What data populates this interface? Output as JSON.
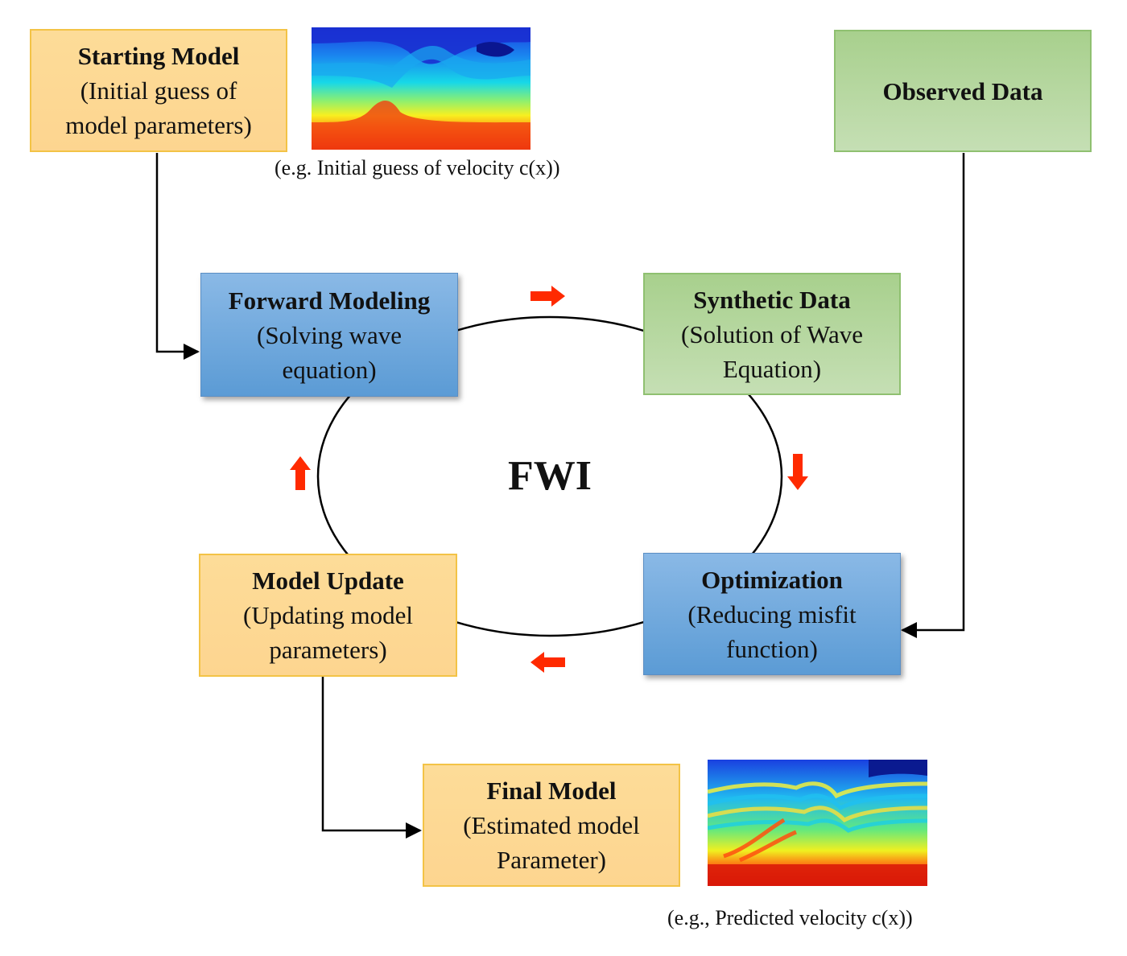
{
  "center_label": "FWI",
  "starting_model": {
    "title": "Starting Model",
    "lines": [
      "(Initial guess of",
      "model parameters)"
    ]
  },
  "starting_caption": "(e.g. Initial guess of velocity c(x))",
  "observed_data": {
    "title": "Observed Data"
  },
  "forward_modeling": {
    "title": "Forward Modeling",
    "lines": [
      "(Solving wave",
      "equation)"
    ]
  },
  "synthetic_data": {
    "title": "Synthetic Data",
    "lines": [
      "(Solution of Wave",
      "Equation)"
    ]
  },
  "optimization": {
    "title": "Optimization",
    "lines": [
      "(Reducing misfit",
      "function)"
    ]
  },
  "model_update": {
    "title": "Model Update",
    "lines": [
      "(Updating model",
      "parameters)"
    ]
  },
  "final_model": {
    "title": "Final Model",
    "lines": [
      "(Estimated model",
      "Parameter)"
    ]
  },
  "final_caption": "(e.g., Predicted velocity c(x))",
  "colors": {
    "cycle_arrow": "#ff2a00",
    "orange_fill": "#fdd590",
    "green_fill": "#b5d7a0",
    "blue_fill": "#6fa8dc"
  }
}
